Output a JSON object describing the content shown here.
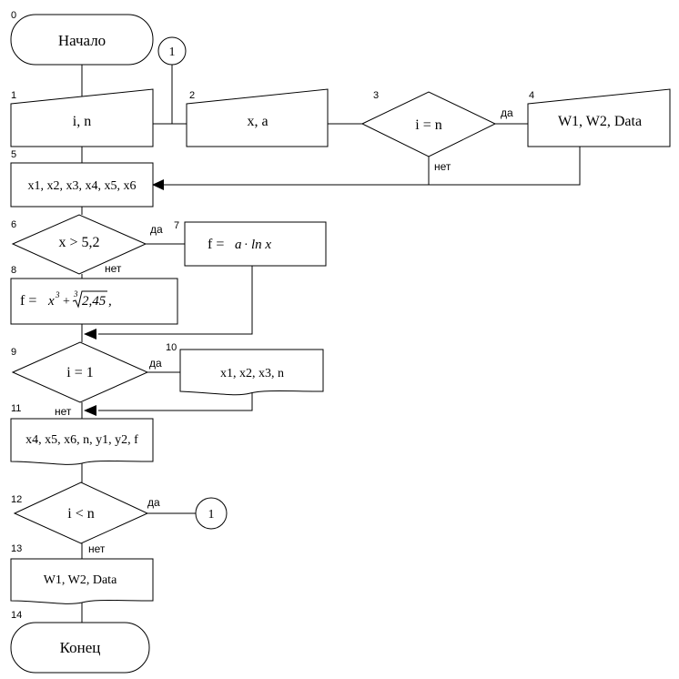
{
  "diagram": {
    "nodes": {
      "n0": {
        "number": "0",
        "text": "Начало"
      },
      "n1": {
        "number": "1",
        "text": "i, n"
      },
      "n2": {
        "number": "2",
        "text": "x, a"
      },
      "n3": {
        "number": "3",
        "text": "i = n"
      },
      "n4": {
        "number": "4",
        "text": "W1, W2, Data"
      },
      "n5": {
        "number": "5",
        "text": "x1, x2, x3, x4, x5, x6"
      },
      "n6": {
        "number": "6",
        "text": "x > 5,2"
      },
      "n7": {
        "number": "7",
        "text_prefix": "f =",
        "formula_a": "a",
        "formula_dot": "·",
        "formula_ln": "ln x"
      },
      "n8": {
        "number": "8",
        "text_prefix": "f =",
        "formula_x": "x",
        "formula_exp": "3",
        "formula_plus": "+",
        "formula_root_index": "3",
        "formula_radicand": "2,45",
        "formula_comma": ","
      },
      "n9": {
        "number": "9",
        "text": "i = 1"
      },
      "n10": {
        "number": "10",
        "text": "x1, x2, x3, n"
      },
      "n11": {
        "number": "11",
        "text": "x4, x5, x6, n, y1, y2, f"
      },
      "n12": {
        "number": "12",
        "text": "i < n"
      },
      "n13": {
        "number": "13",
        "text": "W1, W2, Data"
      },
      "n14": {
        "number": "14",
        "text": "Конец"
      }
    },
    "connectors": {
      "top": {
        "text": "1"
      },
      "right": {
        "text": "1"
      }
    },
    "branch_labels": {
      "n3_yes": "да",
      "n3_no": "нет",
      "n6_yes": "да",
      "n6_no": "нет",
      "n9_yes": "да",
      "n9_no": "нет",
      "n12_yes": "да",
      "n12_no": "нет"
    }
  }
}
